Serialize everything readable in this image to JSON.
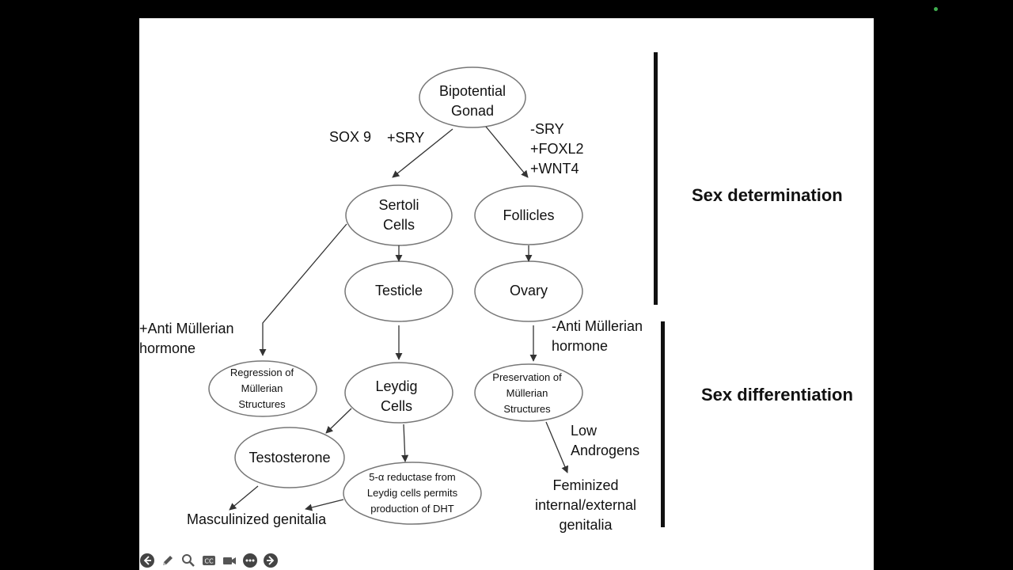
{
  "nodes": {
    "bipotential": "Bipotential\nGonad",
    "sertoli": "Sertoli\nCells",
    "follicles": "Follicles",
    "testicle": "Testicle",
    "ovary": "Ovary",
    "leydig": "Leydig\nCells",
    "regression": "Regression of\nMüllerian\nStructures",
    "preservation": "Preservation of\nMüllerian\nStructures",
    "testosterone": "Testosterone",
    "reductase": "5-α reductase from\nLeydig cells permits\nproduction of  DHT"
  },
  "labels": {
    "sox9": "SOX 9",
    "plus_sry": "+SRY",
    "minus_sry_group": "-SRY\n+FOXL2\n+WNT4",
    "plus_amh": "+Anti Müllerian\nhormone",
    "minus_amh": "-Anti Müllerian\nhormone",
    "low_androgens": "Low\nAndrogens",
    "masculinized": "Masculinized genitalia",
    "feminized": "Feminized\ninternal/external\ngenitalia"
  },
  "sections": {
    "determination": "Sex determination",
    "differentiation": "Sex differentiation"
  },
  "toolbar": {
    "icons": [
      "arrow-left-icon",
      "pen-icon",
      "zoom-icon",
      "captions-icon",
      "camera-icon",
      "more-icon",
      "arrow-right-icon"
    ]
  }
}
